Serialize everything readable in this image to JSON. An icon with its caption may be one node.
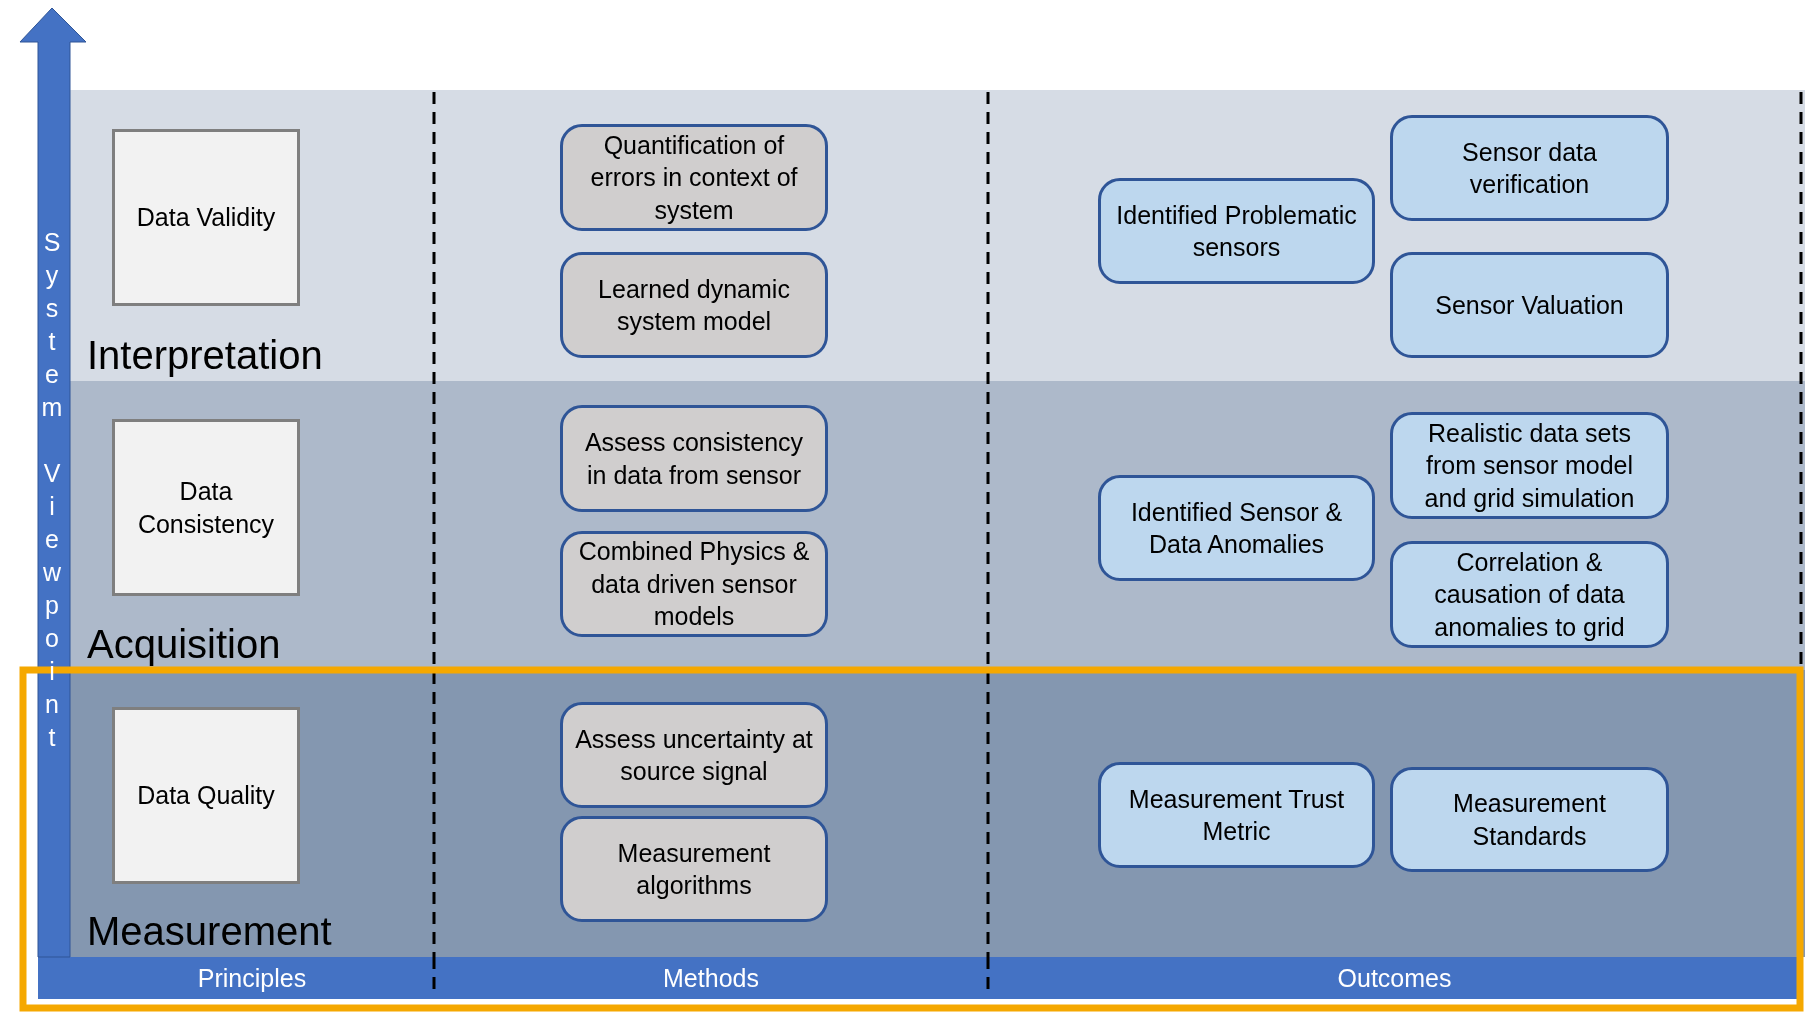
{
  "diagram": {
    "nodes": [
      {
        "text": [
          "Interpretation"
        ]
      },
      {
        "text": [
          "Data Validity"
        ],
        "in": 0
      },
      {
        "text": [
          "Quantification of errors in context of system"
        ],
        "in": 0
      },
      {
        "text": [
          "Learned dynamic system model"
        ],
        "in": 0
      },
      {
        "text": [
          "Identified Problematic sensors"
        ],
        "in": 0
      },
      {
        "text": [
          "Sensor data verification"
        ],
        "in": 0
      },
      {
        "text": [
          "Sensor Valuation"
        ],
        "in": 0
      },
      {
        "text": [
          "Acquisition"
        ]
      },
      {
        "text": [
          "Data Consistency"
        ],
        "in": 7
      },
      {
        "text": [
          "Assess consistency in data from sensor"
        ],
        "in": 7
      },
      {
        "text": [
          "Combined Physics & data driven sensor models"
        ],
        "in": 7
      },
      {
        "text": [
          "Identified Sensor & Data Anomalies"
        ],
        "in": 7
      },
      {
        "text": [
          "Realistic data sets from sensor model and grid simulation"
        ],
        "in": 7
      },
      {
        "text": [
          "Correlation & causation of data anomalies to grid"
        ],
        "in": 7
      },
      {
        "text": [
          "Measurement"
        ]
      },
      {
        "text": [
          "Data Quality"
        ],
        "in": 14
      },
      {
        "text": [
          "Assess uncertainty at source signal"
        ],
        "in": 14
      },
      {
        "text": [
          "Measurement algorithms"
        ],
        "in": 14
      },
      {
        "text": [
          "Measurement Trust Metric"
        ],
        "in": 14
      },
      {
        "text": [
          "Measurement Standards"
        ],
        "in": 14
      }
    ],
    "labels": [
      "System Viewpoint",
      "Principles",
      "Methods",
      "Outcomes"
    ]
  }
}
